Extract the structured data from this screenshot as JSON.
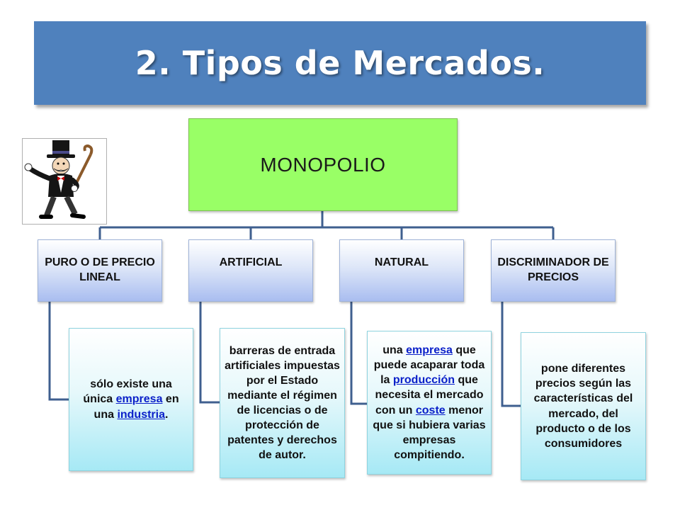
{
  "title": "2. Tipos de Mercados.",
  "root": {
    "label": "MONOPOLIO"
  },
  "mascot_icon": "monopoly-man-icon",
  "colors": {
    "title_bg": "#4f81bd",
    "root_bg": "#99ff66",
    "category_gradient": "#a9bdf0",
    "desc_gradient": "#a6e9f5",
    "link": "#0b20c9",
    "connector": "#3f5f8f"
  },
  "categories": [
    {
      "label": "PURO O DE PRECIO LINEAL"
    },
    {
      "label": "ARTIFICIAL"
    },
    {
      "label": "NATURAL"
    },
    {
      "label": "DISCRIMINADOR DE PRECIOS"
    }
  ],
  "descriptions": [
    {
      "p1": "sólo existe una única ",
      "l1": "empresa",
      "p2": " en una ",
      "l2": "industria",
      "p3": "."
    },
    {
      "text": "barreras de entrada artificiales impuestas por el Estado mediante el régimen de licencias o de protección de patentes y derechos de autor."
    },
    {
      "p1": "una ",
      "l1": "empresa",
      "p2": " que puede acaparar toda la ",
      "l2": "producción",
      "p3": " que necesita el mercado con un ",
      "l3": "coste",
      "p4": " menor que si hubiera varias empresas compitiendo."
    },
    {
      "text": "pone diferentes precios según las características del mercado, del producto o de los consumidores"
    }
  ]
}
